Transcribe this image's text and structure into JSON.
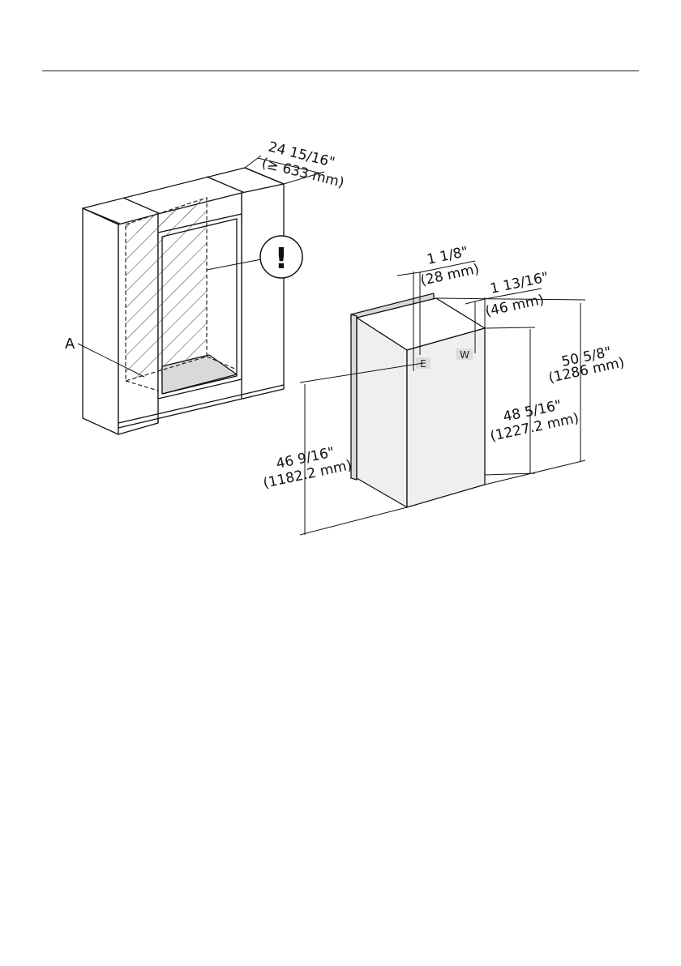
{
  "dimensions": {
    "niche_depth_in": "24 15/16\"",
    "niche_depth_mm": "(≥ 633 mm)",
    "door_offset_in": "1 1/8\"",
    "door_offset_mm": "(28 mm)",
    "side_offset_in": "1 13/16\"",
    "side_offset_mm": "(46 mm)",
    "total_height_in": "50 5/8\"",
    "total_height_mm": "(1286 mm)",
    "cabinet_height_in": "48 5/16\"",
    "cabinet_height_mm": "(1227.2 mm)",
    "front_height_in": "46 9/16\"",
    "front_height_mm": "(1182.2 mm)"
  },
  "labels": {
    "callout_a": "A",
    "warning_symbol": "!",
    "marker_e": "E",
    "marker_w": "W"
  },
  "icons": {
    "warning": "warning-circle-icon"
  },
  "colors": {
    "line": "#111111",
    "fill_light": "#efefef",
    "fill_shade": "#d9d9d9",
    "marker_bg": "#dcdcdc"
  }
}
